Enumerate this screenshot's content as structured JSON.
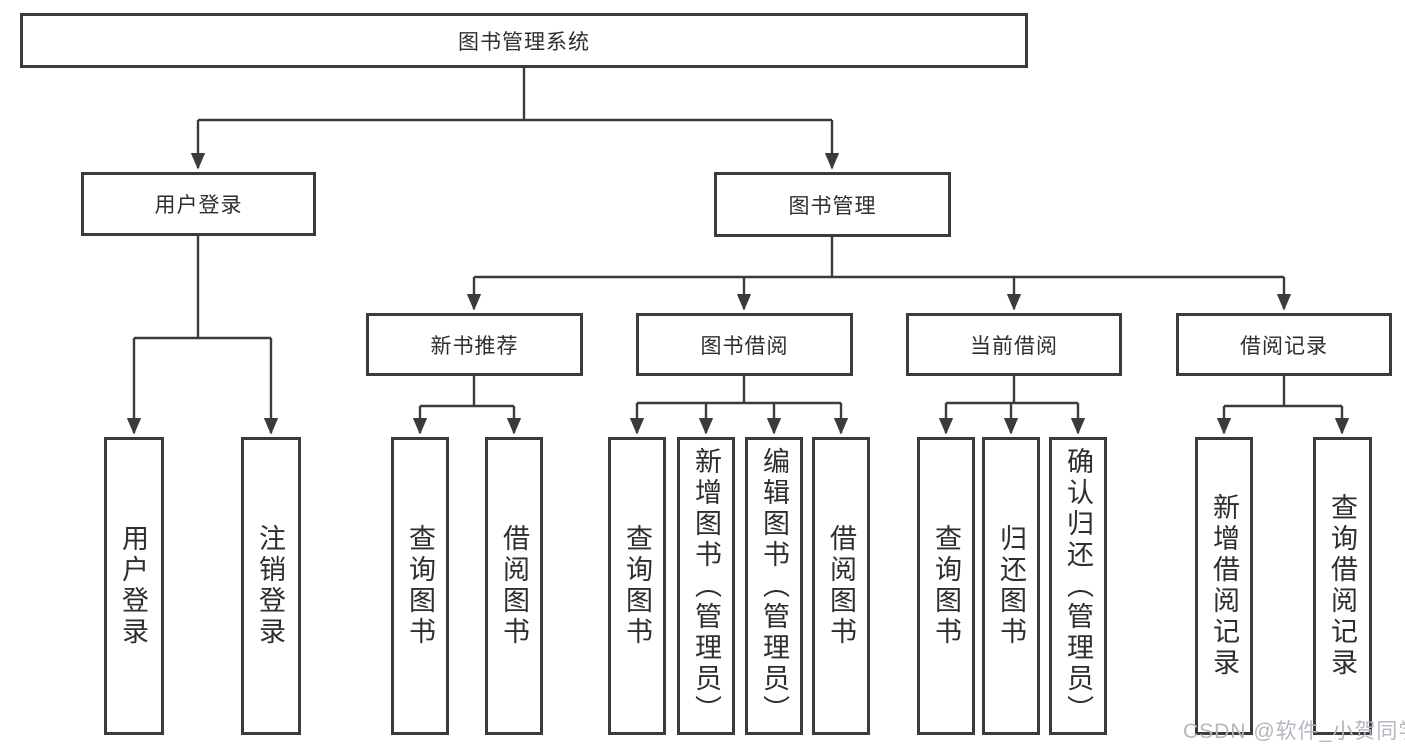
{
  "diagram": {
    "line_color": "#3b3b3b",
    "root": {
      "label": "图书管理系统"
    },
    "user_login": {
      "label": "用户登录",
      "children": [
        {
          "label": "用户登录"
        },
        {
          "label": "注销登录"
        }
      ]
    },
    "book_management": {
      "label": "图书管理",
      "children": [
        {
          "label": "新书推荐",
          "children": [
            {
              "label": "查询图书"
            },
            {
              "label": "借阅图书"
            }
          ]
        },
        {
          "label": "图书借阅",
          "children": [
            {
              "label": "查询图书"
            },
            {
              "label": "新增图书（管理员）"
            },
            {
              "label": "编辑图书（管理员）"
            },
            {
              "label": "借阅图书"
            }
          ]
        },
        {
          "label": "当前借阅",
          "children": [
            {
              "label": "查询图书"
            },
            {
              "label": "归还图书"
            },
            {
              "label": "确认归还（管理员）"
            }
          ]
        },
        {
          "label": "借阅记录",
          "children": [
            {
              "label": "新增借阅记录"
            },
            {
              "label": "查询借阅记录"
            }
          ]
        }
      ]
    }
  },
  "watermark": "CSDN @软件_小贺同学"
}
